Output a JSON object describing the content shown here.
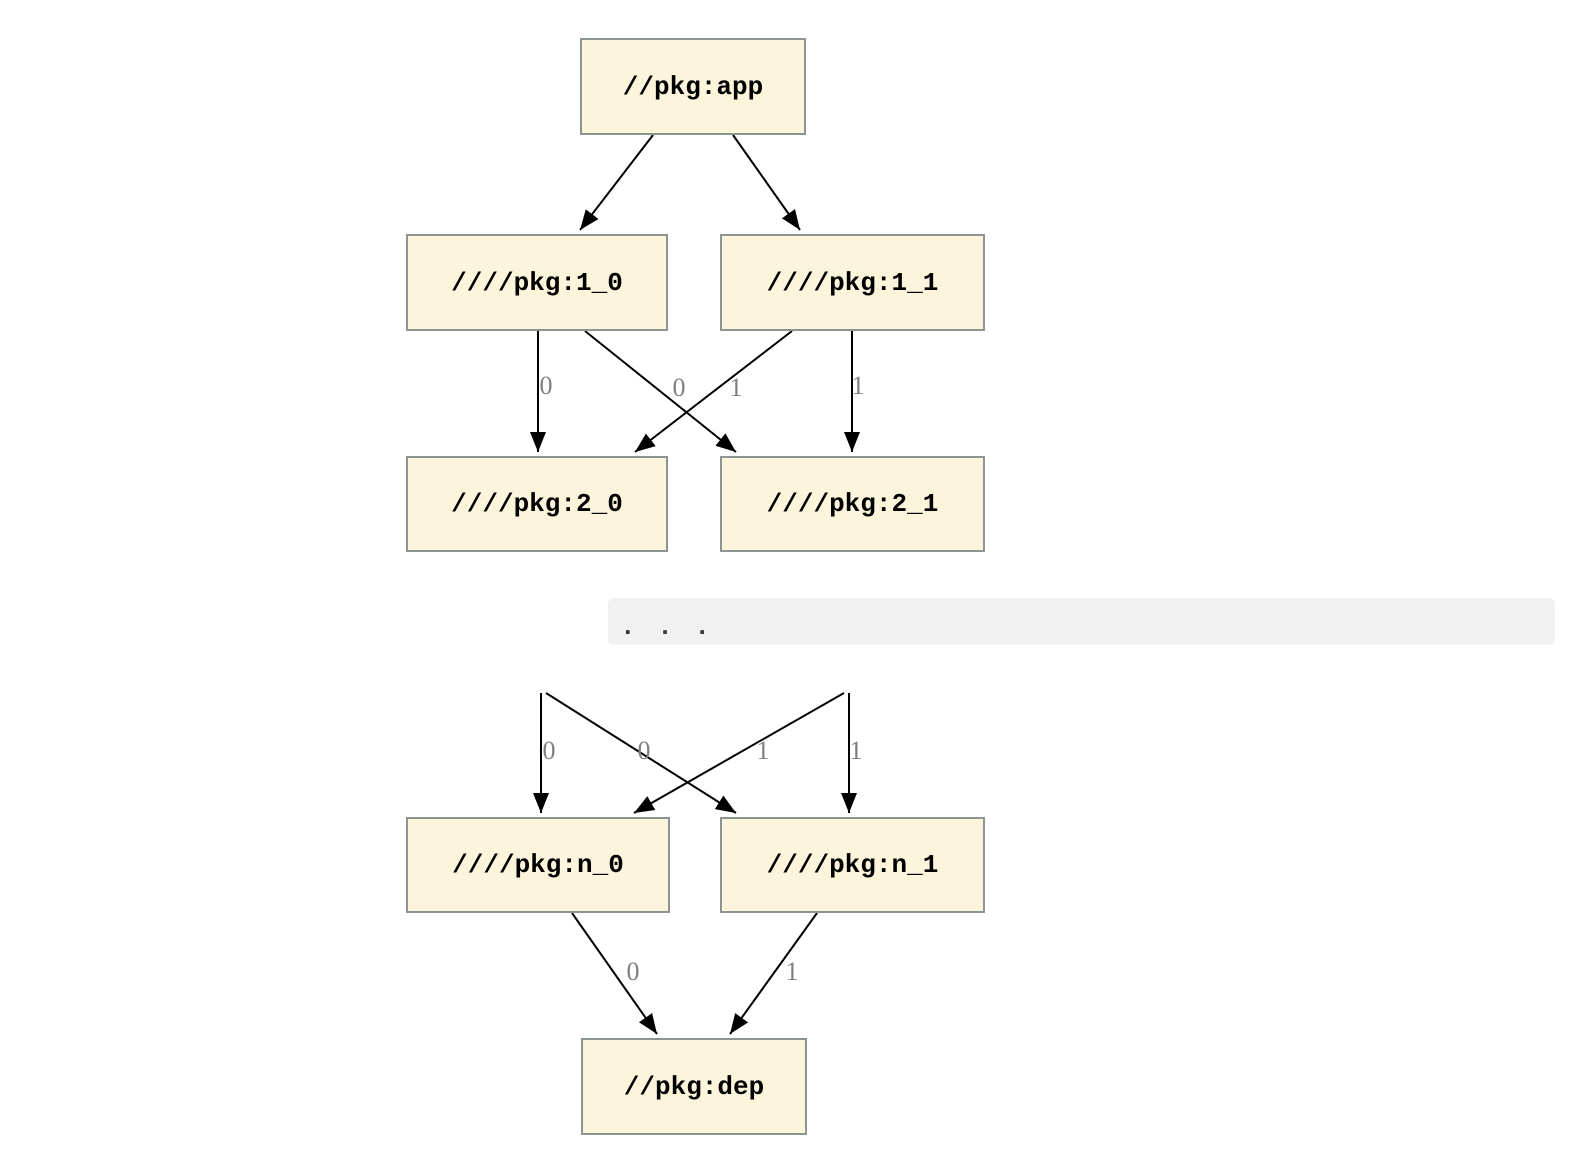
{
  "palette": {
    "node_fill": "#FCF5DB",
    "node_border": "#8C9494",
    "edge_color": "#000000",
    "edge_label_color": "#7F7F7F",
    "ellipsis_band_bg": "#F1F1F1",
    "ellipsis_text_color": "#3A3A3A",
    "background": "#FFFFFF"
  },
  "graph": {
    "nodes": {
      "app": {
        "label": "//pkg:app"
      },
      "l1_0": {
        "label": "////pkg:1_0"
      },
      "l1_1": {
        "label": "////pkg:1_1"
      },
      "l2_0": {
        "label": "////pkg:2_0"
      },
      "l2_1": {
        "label": "////pkg:2_1"
      },
      "ln_0": {
        "label": "////pkg:n_0"
      },
      "ln_1": {
        "label": "////pkg:n_1"
      },
      "dep": {
        "label": "//pkg:dep"
      }
    },
    "ellipsis": ". . .",
    "edge_labels": {
      "l1_0_to_l2_0": "0",
      "l1_0_to_l2_1": "0",
      "l1_1_to_l2_0": "1",
      "l1_1_to_l2_1": "1",
      "hidden_left_to_ln_0": "0",
      "hidden_left_to_ln_1": "0",
      "hidden_right_to_ln_0": "1",
      "hidden_right_to_ln_1": "1",
      "ln_0_to_dep": "0",
      "ln_1_to_dep": "1"
    }
  }
}
